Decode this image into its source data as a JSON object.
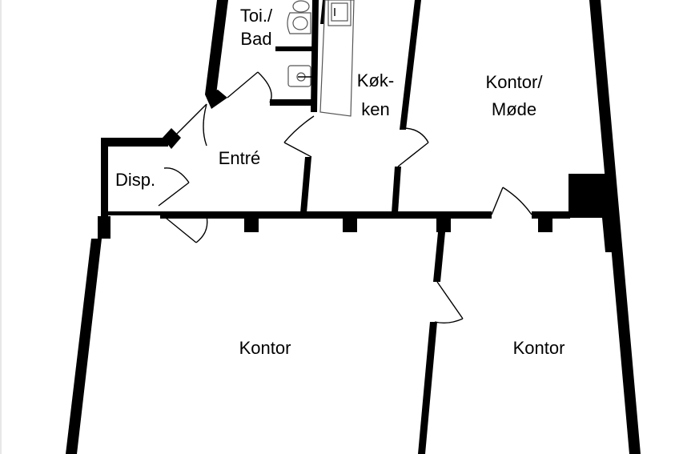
{
  "floorplan": {
    "rooms": {
      "toilet_bath": [
        "Toi./",
        "Bad"
      ],
      "kitchen": [
        "Køk-",
        "ken"
      ],
      "office_meeting": [
        "Kontor/",
        "Møde"
      ],
      "entrance": [
        "Entré"
      ],
      "storage": [
        "Disp."
      ],
      "office_left": [
        "Kontor"
      ],
      "office_right": [
        "Kontor"
      ]
    }
  }
}
